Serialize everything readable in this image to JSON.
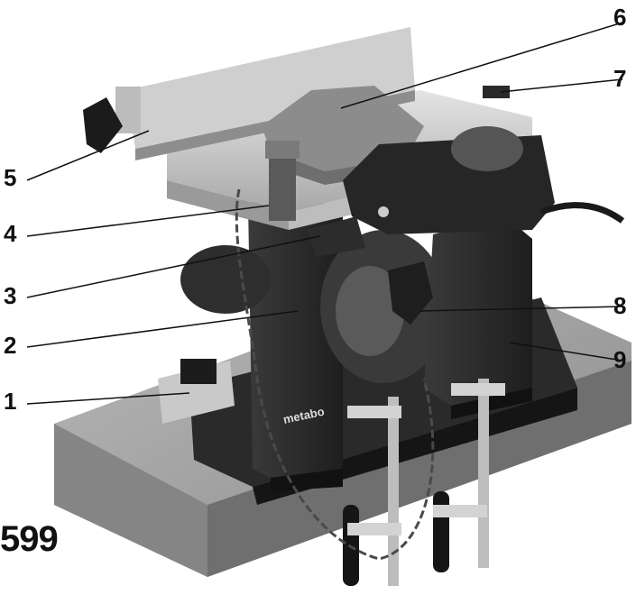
{
  "callouts": {
    "c1": "1",
    "c2": "2",
    "c3": "3",
    "c4": "4",
    "c5": "5",
    "c6": "6",
    "c7": "7",
    "c8": "8",
    "c9": "9"
  },
  "brand": "metabo",
  "page_number": "599",
  "icons": [
    "planer-thicknesser-machine-illustration"
  ]
}
